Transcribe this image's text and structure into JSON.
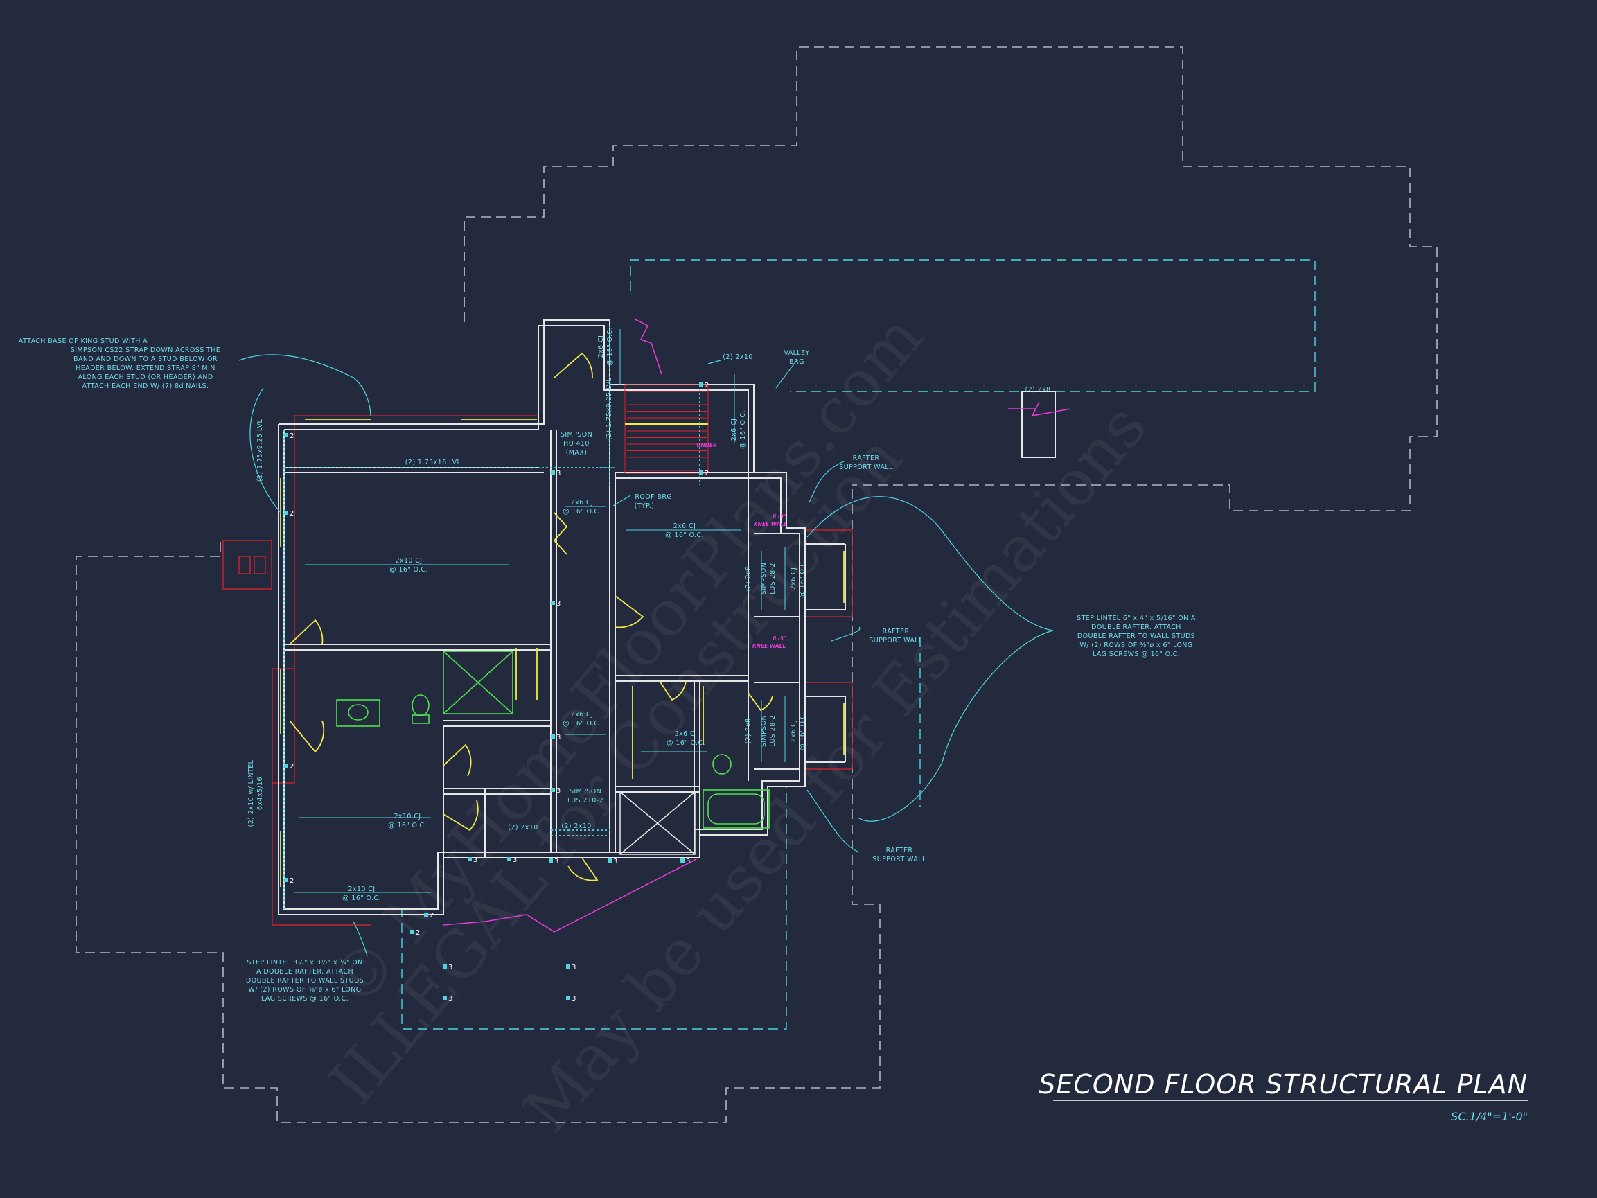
{
  "drawing": {
    "title": "SECOND FLOOR STRUCTURAL PLAN",
    "scale": "SC.1/4\"=1'-0\"",
    "colors": {
      "background": "#242a3d",
      "wall": "#e6e6e6",
      "cyan": "#4fd4e0",
      "yellow": "#f2e84a",
      "green": "#4fe04f",
      "red": "#e0202a",
      "magenta": "#e23ad4",
      "dashed_outline": "#b0b6c4"
    }
  },
  "watermark": {
    "line1": "© MyHomeFloorPlans.com",
    "line2": "ILLEGAL for Construction",
    "line3": "May be used for Estimations"
  },
  "notes": {
    "king_stud": [
      "ATTACH BASE OF KING STUD WITH A",
      "SIMPSON CS22 STRAP DOWN ACROSS THE",
      "BAND AND DOWN TO A STUD BELOW OR",
      "HEADER BELOW. EXTEND STRAP 8\" MIN",
      "ALONG EACH STUD (OR HEADER) AND",
      "ATTACH EACH END W/ (7) 8d NAILS."
    ],
    "step_lintel_left": [
      "STEP LINTEL 3½\" x 3½\" x ¼\" ON",
      "A DOUBLE RAFTER. ATTACH",
      "DOUBLE RAFTER TO WALL STUDS",
      "W/ (2) ROWS OF ⅜\"ø x 6\" LONG",
      "LAG SCREWS @ 16\" O.C."
    ],
    "step_lintel_right": [
      "STEP LINTEL 6\" x 4\" x 5/16\" ON A",
      "DOUBLE RAFTER. ATTACH",
      "DOUBLE RAFTER TO WALL STUDS",
      "W/ (2) ROWS OF ⅜\"ø x 6\" LONG",
      "LAG SCREWS @ 16\" O.C."
    ],
    "rafter_support_1": [
      "RAFTER",
      "SUPPORT WALL"
    ],
    "rafter_support_2": [
      "RAFTER",
      "SUPPORT WALL"
    ],
    "rafter_support_3": [
      "RAFTER",
      "SUPPORT WALL"
    ],
    "valley_brg": [
      "VALLEY",
      "BRG"
    ],
    "roof_brg": [
      "ROOF BRG.",
      "(TYP.)"
    ],
    "simpson_hu": [
      "SIMPSON",
      "HU 410",
      "(MAX)"
    ],
    "simpson_lus_bottom": [
      "SIMPSON",
      "LUS 210-2"
    ]
  },
  "labels": {
    "lvl_top": "(2) 1.75x16 LVL",
    "lvl_left": "(2) 1.75x9.25 LVL",
    "lvl_stair": "(2) 1.75x9.25 LVL",
    "two_2x10_top": "(2) 2x10",
    "two_2x8_right": "(2) 2x8",
    "two_2x10_lintel": [
      "(2) 2x10 w/ LINTEL",
      "6x4x5/16"
    ],
    "j_2x10_big": [
      "2x10 CJ",
      "@ 16\" O.C."
    ],
    "j_2x10_lower": [
      "2x10 CJ",
      "@ 16\" O.C."
    ],
    "j_2x10_bottom": [
      "2x10 CJ",
      "@ 16\" O.C."
    ],
    "j_2x6_a": [
      "2x6 CJ",
      "@ 16\" O.C."
    ],
    "j_2x6_b": [
      "2x6 CJ",
      "@ 16\" O.C."
    ],
    "j_2x6_c": [
      "2x6 CJ",
      "@ 16\" O.C."
    ],
    "j_2x6_d": [
      "2x6 CJ",
      "@ 16\" O.C."
    ],
    "j_2x6_stair": [
      "2x6 CJ",
      "@ 16\" O.C."
    ],
    "j_2x6_top": [
      "2x6 CJ",
      "@ 16\" O.C."
    ],
    "j_2x6_v1": [
      "2x6 CJ",
      "@ 16\" O.C."
    ],
    "j_2x6_v2": [
      "2x6 CJ",
      "@ 16\" O.C."
    ],
    "simpson_lus_1": [
      "SIMPSON",
      "LUS 28-2"
    ],
    "simpson_lus_2": [
      "SIMPSON",
      "LUS 28-2"
    ],
    "two_2x8_a": "(2) 2x8",
    "two_2x8_b": "(2) 2x8",
    "two_2x10_small_a": "(2) 2x10",
    "two_2x10_small_b": "(2) 2x10",
    "stair_tag": "UNDER",
    "knee_wall_1": [
      "6'-3\"",
      "KNEE WALL"
    ],
    "knee_wall_2": [
      "6'-3\"",
      "KNEE WALL"
    ],
    "post_marks": [
      "2",
      "2",
      "2",
      "2",
      "2",
      "2",
      "3",
      "3",
      "3",
      "3",
      "3",
      "3",
      "3",
      "3",
      "3",
      "2",
      "2",
      "3",
      "3",
      "3",
      "3"
    ]
  }
}
